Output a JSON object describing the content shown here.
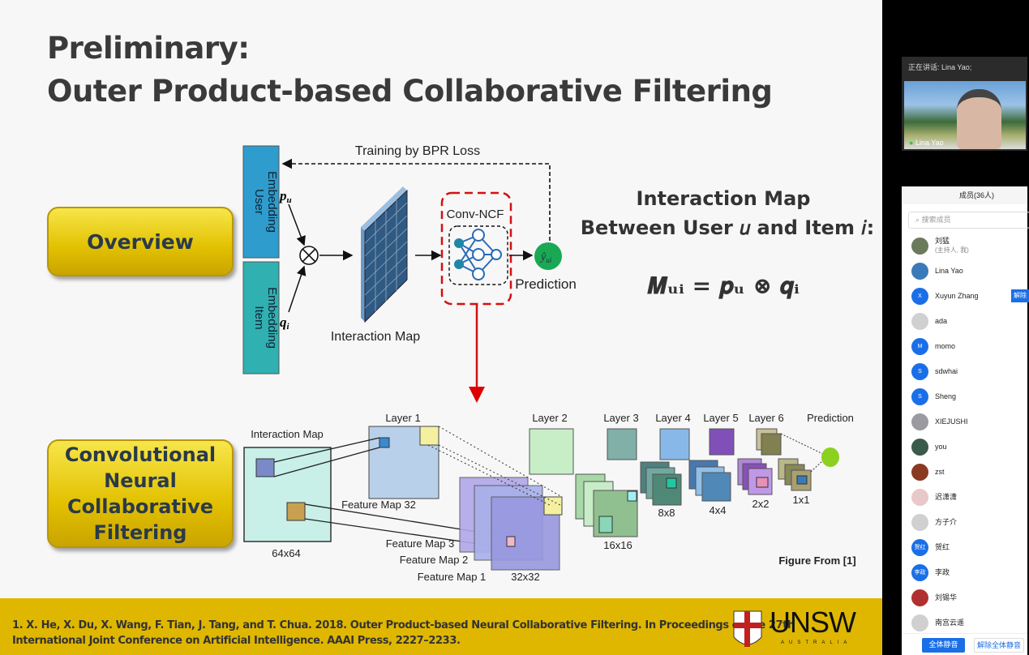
{
  "slide": {
    "title_line1": "Preliminary:",
    "title_line2": "Outer Product-based Collaborative Filtering",
    "overview_label": "Overview",
    "cncf_label": [
      "Convolutional",
      "Neural",
      "Collaborative",
      "Filtering"
    ],
    "diagram_top": {
      "training_label": "Training by BPR Loss",
      "user_embedding": [
        "User",
        "Embedding"
      ],
      "item_embedding": [
        "Item",
        "Embedding"
      ],
      "p_u": "p",
      "p_u_sub": "u",
      "q_i": "q",
      "q_i_sub": "i",
      "interaction_map": "Interaction Map",
      "conv_ncf": "Conv-NCF",
      "y_hat": "ŷ",
      "y_hat_sub": "ui",
      "prediction": "Prediction"
    },
    "formula": {
      "heading1": "Interaction Map",
      "heading2": "Between User 𝑢 and Item 𝑖:",
      "equation": "𝑴ᵤᵢ = 𝒑ᵤ ⊗ 𝒒ᵢ"
    },
    "diagram_bottom": {
      "interaction_map": "Interaction Map",
      "size_64": "64x64",
      "layers": [
        "Layer 1",
        "Layer 2",
        "Layer 3",
        "Layer 4",
        "Layer 5",
        "Layer 6"
      ],
      "prediction": "Prediction",
      "feature_maps": [
        "Feature Map 32",
        "Feature Map 3",
        "Feature Map 2",
        "Feature Map 1"
      ],
      "sizes": [
        "32x32",
        "16x16",
        "8x8",
        "4x4",
        "2x2",
        "1x1"
      ],
      "figure_from": "Figure From [1]"
    },
    "reference": [
      "1. X. He, X. Du, X. Wang, F. Tian, J. Tang, and T. Chua. 2018. Outer Product-based Neural Collaborative Filtering. In Proceedings of the 27th",
      "International Joint Conference on Artificial Intelligence. AAAI Press, 2227–2233."
    ],
    "logo": {
      "name": "UNSW",
      "sub": "AUSTRALIA"
    }
  },
  "video": {
    "speaking": "正在讲话: Lina Yao;",
    "name": "Lina Yao"
  },
  "members": {
    "header": "成员(36人)",
    "search_placeholder": "搜索成员",
    "list": [
      {
        "name": "刘猛",
        "sub": "(主持人, 我)",
        "avatar": "",
        "color": "#6a7a5a"
      },
      {
        "name": "Lina Yao",
        "avatar": "",
        "color": "#3a7ab8"
      },
      {
        "name": "Xuyun Zhang",
        "avatar": "X",
        "color": "#1a6fe8",
        "action": "解除"
      },
      {
        "name": "ada",
        "avatar": "",
        "color": "#d0d0d0"
      },
      {
        "name": "momo",
        "avatar": "M",
        "color": "#1a6fe8"
      },
      {
        "name": "sdwhai",
        "avatar": "S",
        "color": "#1a6fe8"
      },
      {
        "name": "Sheng",
        "avatar": "S",
        "color": "#1a6fe8"
      },
      {
        "name": "XIEJUSHI",
        "avatar": "",
        "color": "#9a9aa0"
      },
      {
        "name": "you",
        "avatar": "",
        "color": "#3a5a4a"
      },
      {
        "name": "zst",
        "avatar": "",
        "color": "#8a3a20"
      },
      {
        "name": "迟潇潇",
        "avatar": "",
        "color": "#e8c8c8"
      },
      {
        "name": "方子介",
        "avatar": "",
        "color": "#d0d0d0"
      },
      {
        "name": "贺红",
        "avatar": "贺红",
        "color": "#1a6fe8"
      },
      {
        "name": "李政",
        "avatar": "李政",
        "color": "#1a6fe8"
      },
      {
        "name": "刘锡华",
        "avatar": "",
        "color": "#b03030"
      },
      {
        "name": "南宫云遥",
        "avatar": "",
        "color": "#d0d0d0"
      }
    ],
    "mute_all": "全体静音",
    "unmute_all": "解除全体静音"
  }
}
